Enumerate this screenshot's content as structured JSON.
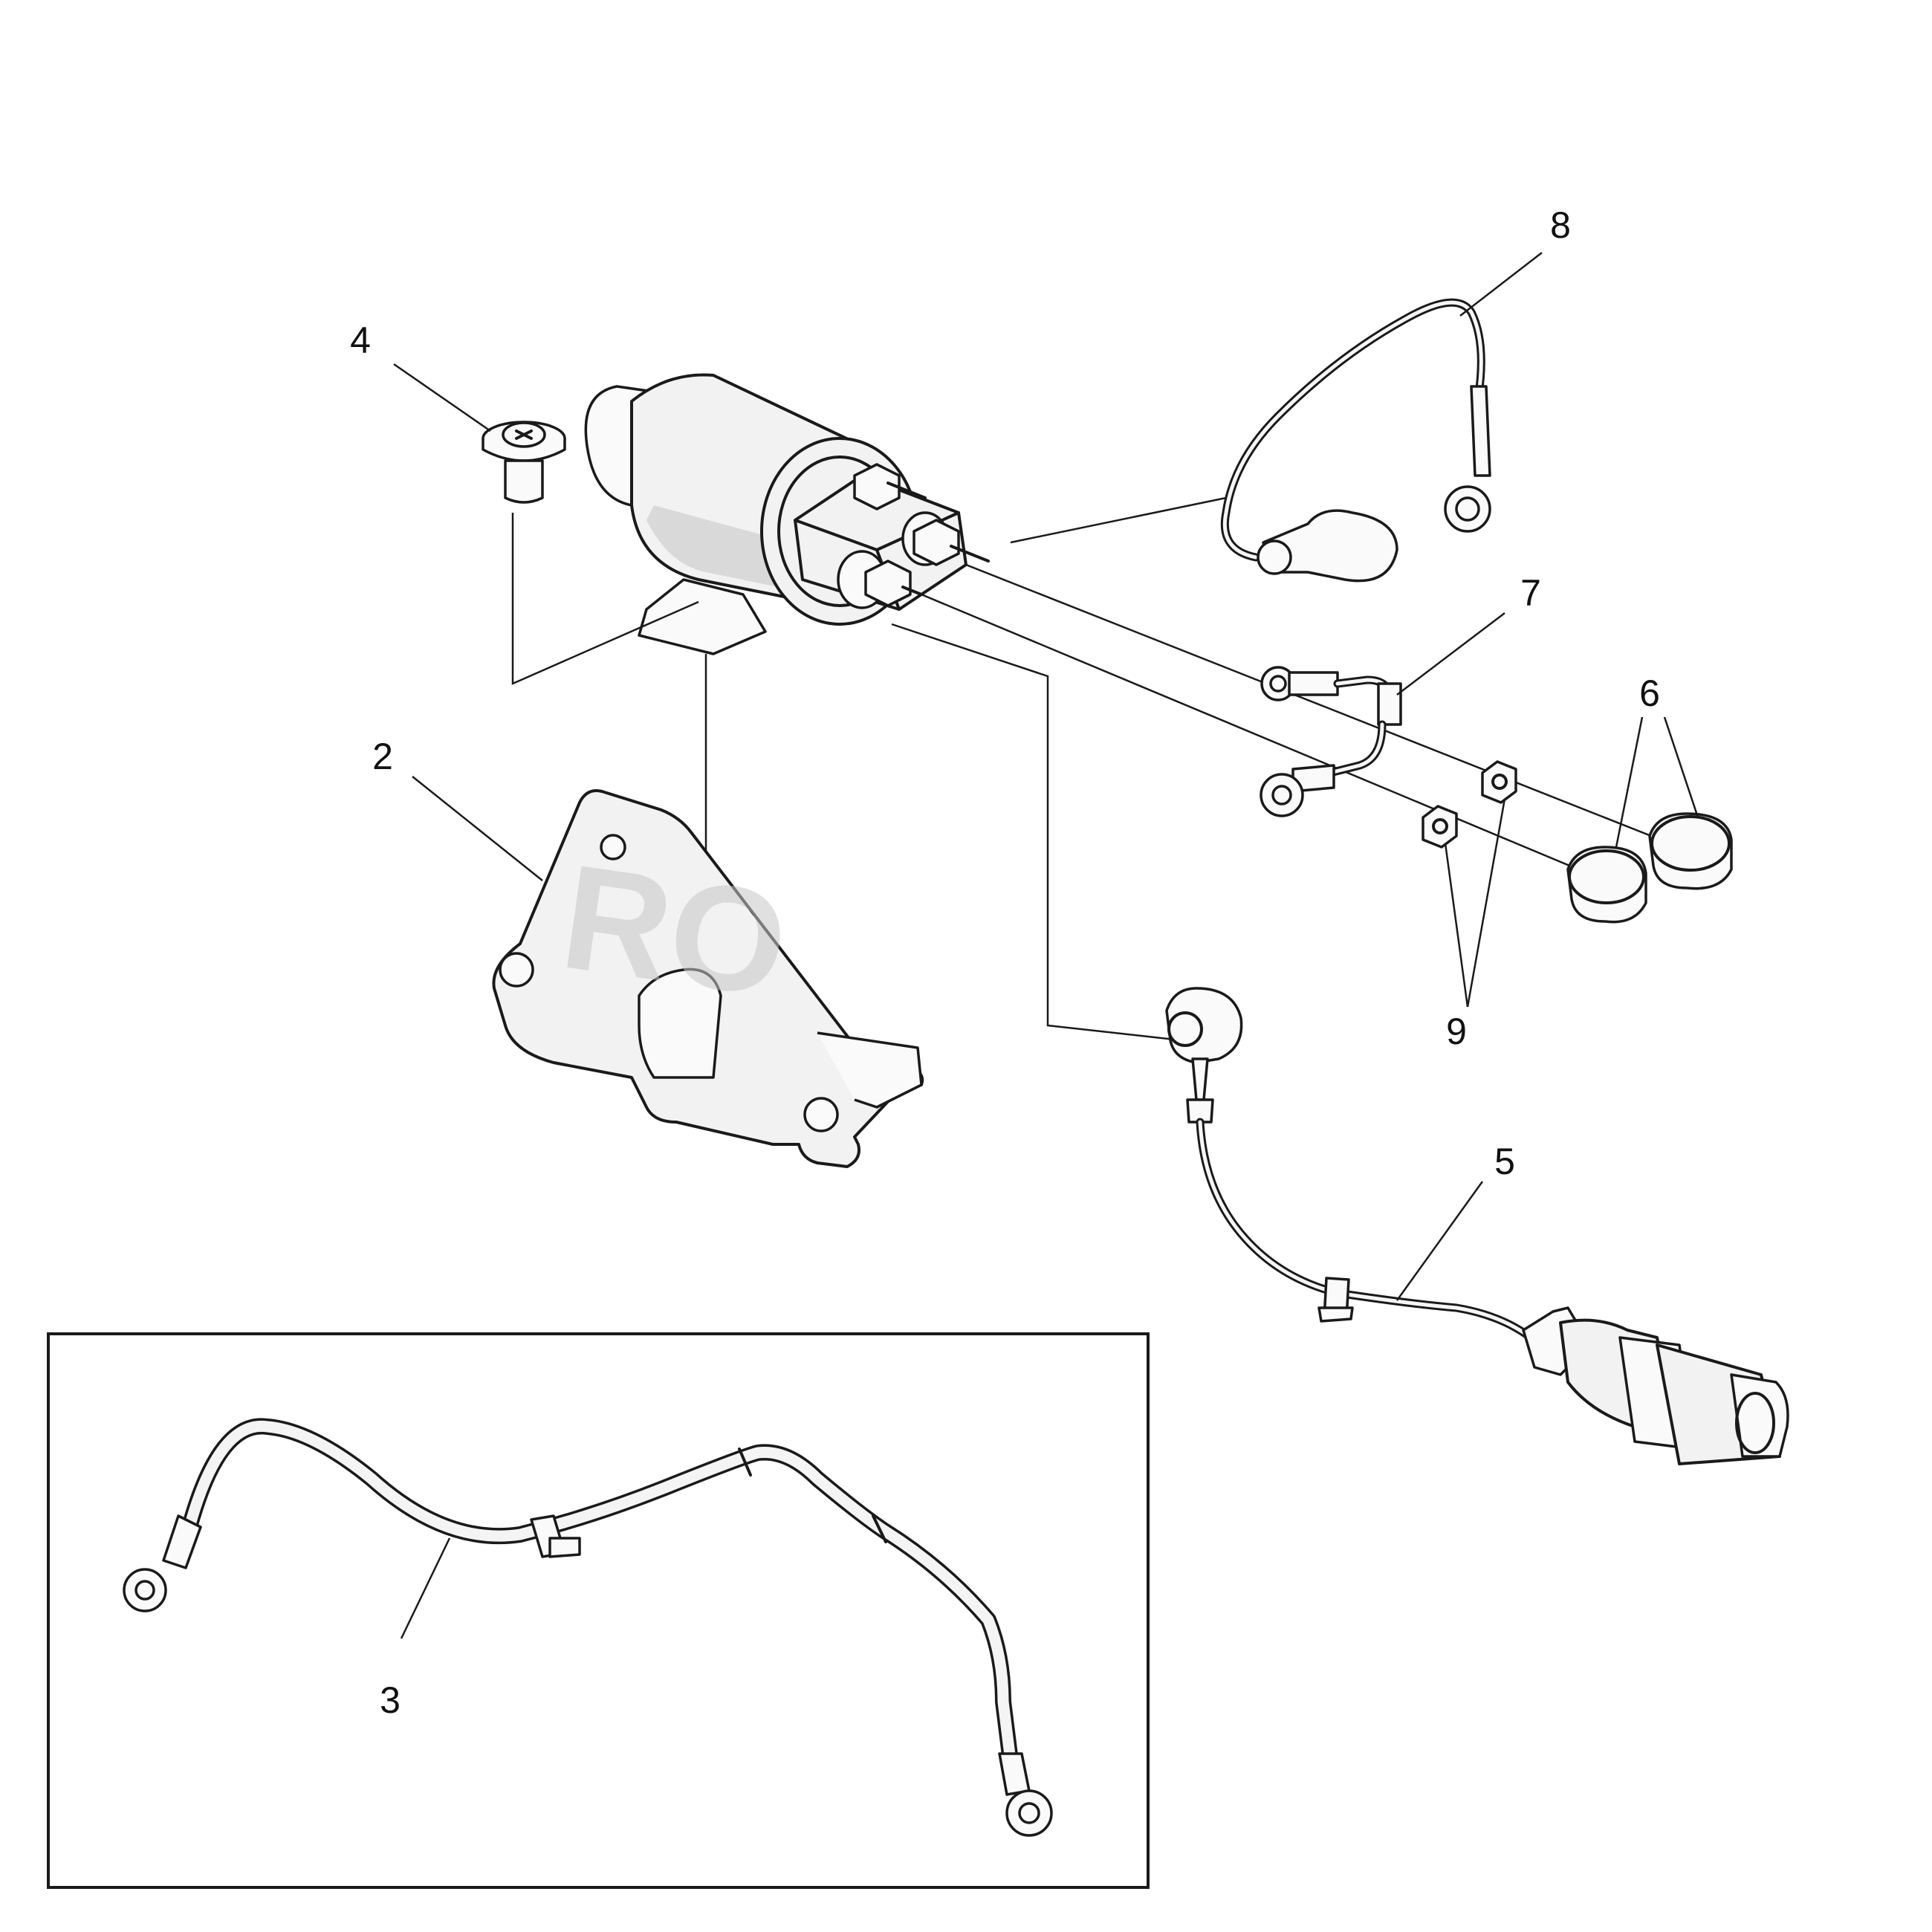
{
  "figure": {
    "callouts": [
      {
        "id": "label-2",
        "text": "2"
      },
      {
        "id": "label-3",
        "text": "3"
      },
      {
        "id": "label-4",
        "text": "4"
      },
      {
        "id": "label-5",
        "text": "5"
      },
      {
        "id": "label-6",
        "text": "6"
      },
      {
        "id": "label-7",
        "text": "7"
      },
      {
        "id": "label-8",
        "text": "8"
      },
      {
        "id": "label-9",
        "text": "9"
      }
    ],
    "watermark": "RO"
  },
  "colors": {
    "line": "#1a1a1a",
    "part_fill": "#f2f2f2",
    "shade": "#d9d9d9",
    "background": "#ffffff"
  }
}
